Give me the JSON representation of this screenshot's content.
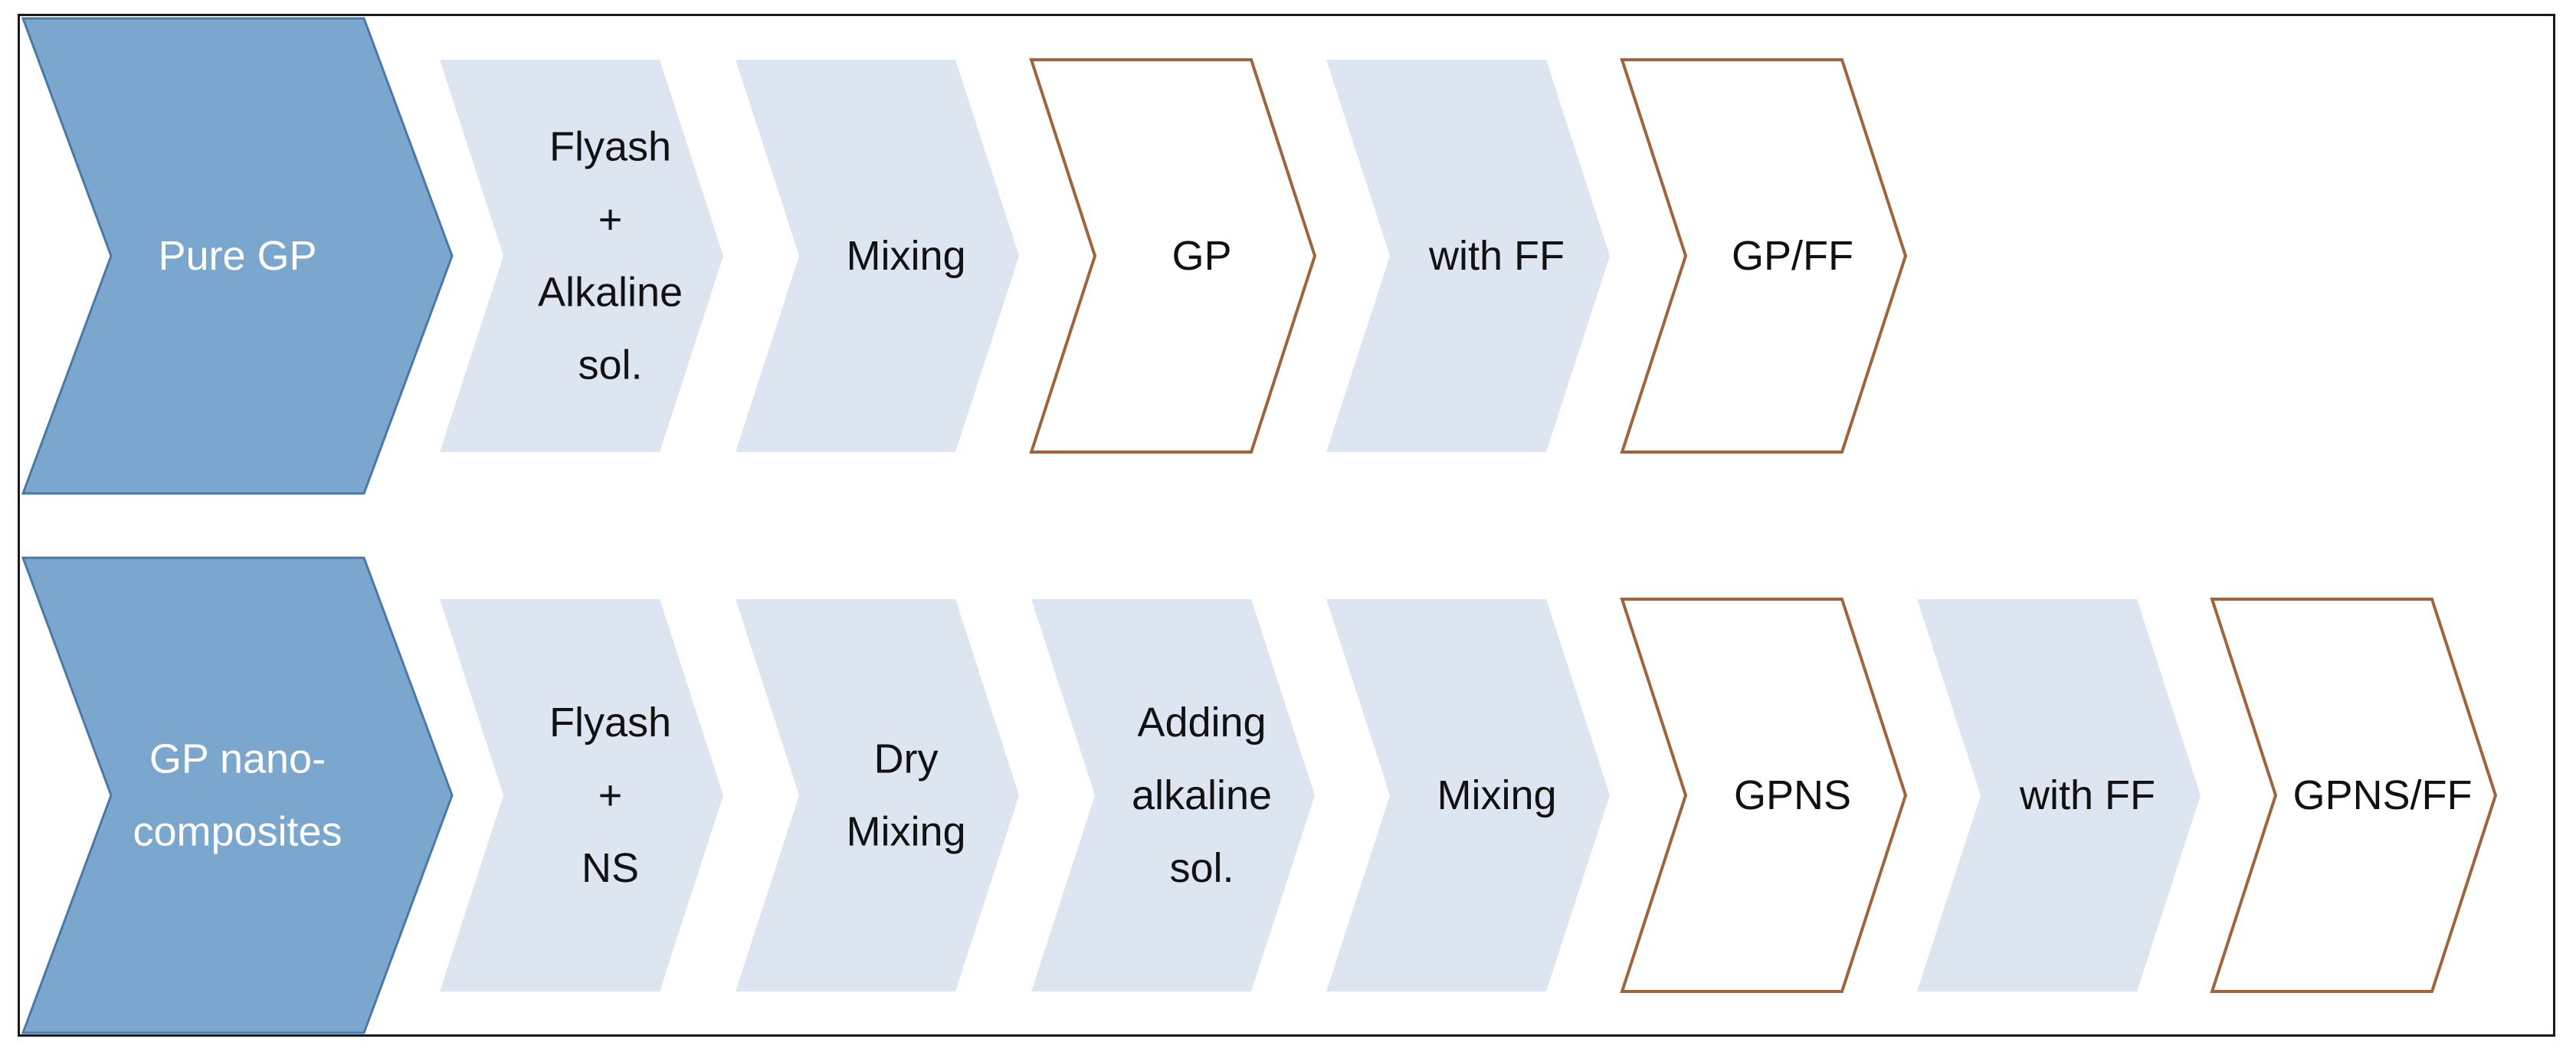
{
  "colors": {
    "header_fill": "#7ba7cf",
    "header_stroke": "#4a78a8",
    "header_text": "#ffffff",
    "process_fill": "#dde6f0",
    "product_fill": "#ffffff",
    "product_stroke": "#a0643c",
    "step_text": "#111111",
    "frame": "#1a1a1a"
  },
  "rows": [
    {
      "header": {
        "lines": [
          "Pure GP"
        ]
      },
      "steps": [
        {
          "kind": "process",
          "lines": [
            "Flyash",
            "+",
            "Alkaline",
            "sol."
          ]
        },
        {
          "kind": "process",
          "lines": [
            "Mixing"
          ]
        },
        {
          "kind": "product",
          "lines": [
            "GP"
          ]
        },
        {
          "kind": "process",
          "lines": [
            "with FF"
          ]
        },
        {
          "kind": "product",
          "lines": [
            "GP/FF"
          ]
        }
      ]
    },
    {
      "header": {
        "lines": [
          "GP nano-",
          "composites"
        ]
      },
      "steps": [
        {
          "kind": "process",
          "lines": [
            "Flyash",
            "+",
            "NS"
          ]
        },
        {
          "kind": "process",
          "lines": [
            "Dry",
            "Mixing"
          ]
        },
        {
          "kind": "process",
          "lines": [
            "Adding",
            "alkaline",
            "sol."
          ]
        },
        {
          "kind": "process",
          "lines": [
            "Mixing"
          ]
        },
        {
          "kind": "product",
          "lines": [
            "GPNS"
          ]
        },
        {
          "kind": "process",
          "lines": [
            "with FF"
          ]
        },
        {
          "kind": "product",
          "lines": [
            "GPNS/FF"
          ]
        }
      ]
    }
  ]
}
